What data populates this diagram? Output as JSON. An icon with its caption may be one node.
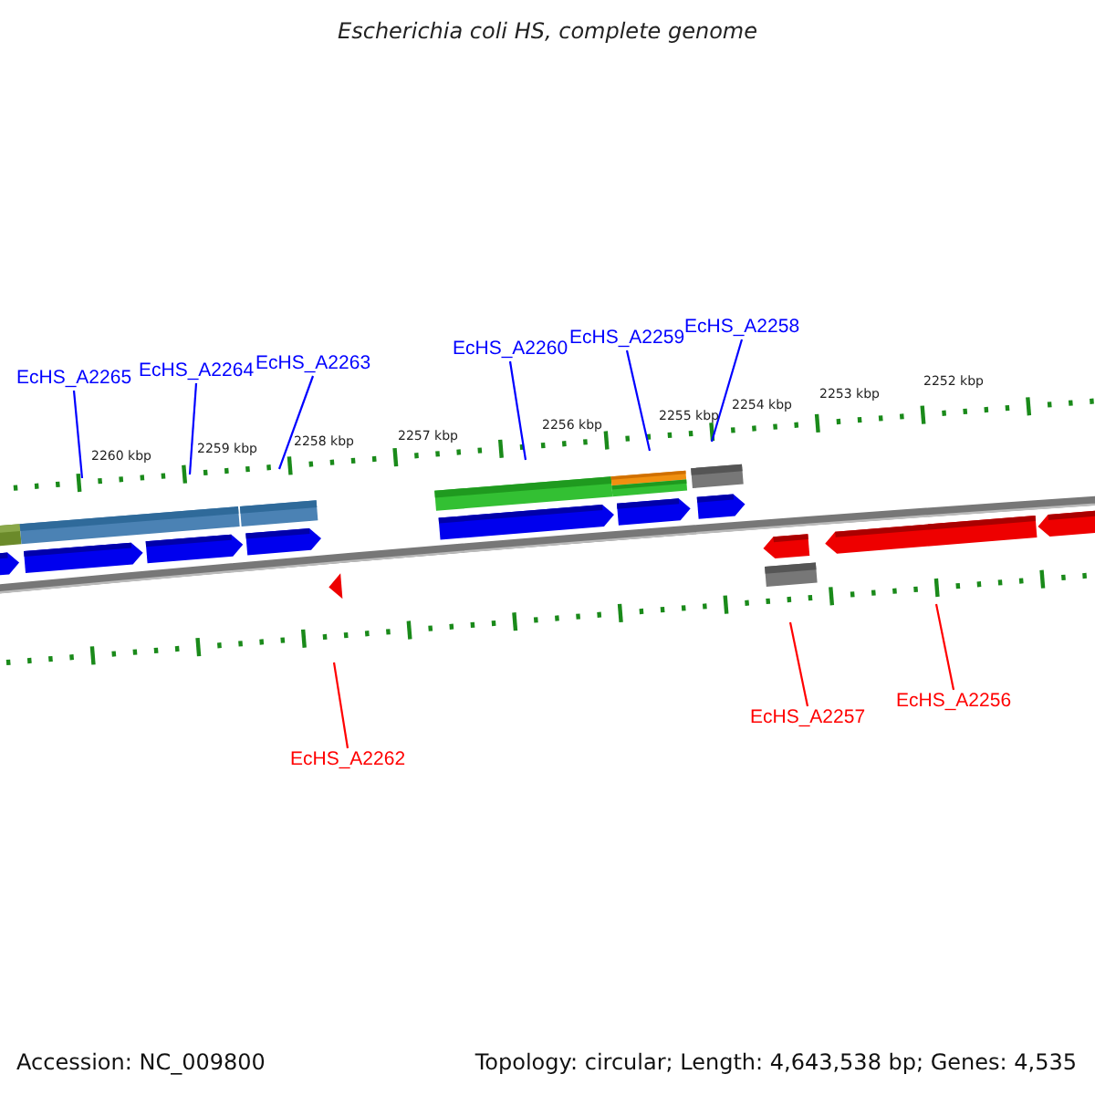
{
  "diagram": {
    "title": "Escherichia coli HS, complete genome",
    "nodes": [
      {
        "text": [
          "EcHS_A2265"
        ]
      },
      {
        "text": [
          "EcHS_A2264"
        ]
      },
      {
        "text": [
          "EcHS_A2263"
        ]
      },
      {
        "text": [
          "EcHS_A2260"
        ]
      },
      {
        "text": [
          "EcHS_A2259"
        ]
      },
      {
        "text": [
          "EcHS_A2258"
        ]
      },
      {
        "text": [
          "EcHS_A2262"
        ]
      },
      {
        "text": [
          "EcHS_A2257"
        ]
      },
      {
        "text": [
          "EcHS_A2256"
        ]
      }
    ],
    "edges": [
      {
        "from": 0,
        "to": null,
        "arrow": "none"
      },
      {
        "from": 1,
        "to": null,
        "arrow": "none"
      },
      {
        "from": 2,
        "to": null,
        "arrow": "none"
      },
      {
        "from": 3,
        "to": null,
        "arrow": "none"
      },
      {
        "from": 4,
        "to": null,
        "arrow": "none"
      },
      {
        "from": 5,
        "to": null,
        "arrow": "none"
      },
      {
        "from": 6,
        "to": null,
        "arrow": "none",
        "color": "#ff0000"
      },
      {
        "from": 7,
        "to": null,
        "arrow": "none",
        "color": "#ff0000"
      },
      {
        "from": 8,
        "to": null,
        "arrow": "none",
        "color": "#ff0000"
      }
    ],
    "labels": [
      "2260 kbp",
      "2259 kbp",
      "2258 kbp",
      "2257 kbp",
      "2256 kbp",
      "2255 kbp",
      "2254 kbp",
      "2253 kbp",
      "2252 kbp",
      "Accession: NC_009800",
      "Topology: circular; Length: 4,643,538 bp; Genes: 4,535"
    ]
  }
}
